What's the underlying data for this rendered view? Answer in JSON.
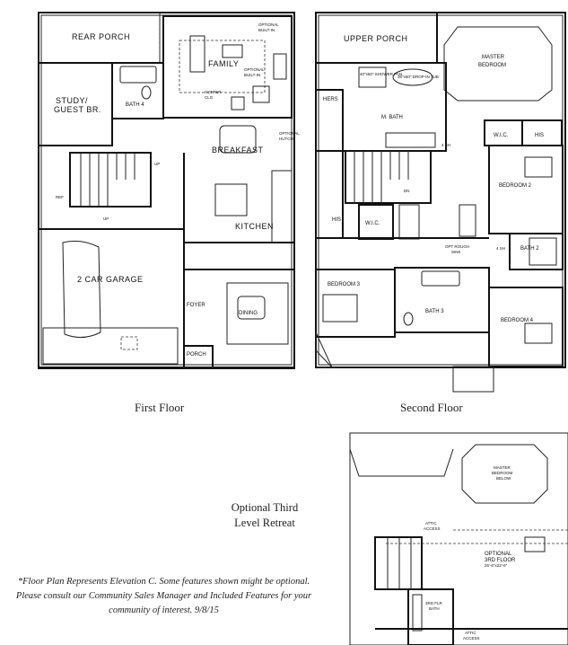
{
  "first_floor": {
    "caption": "First Floor",
    "rooms": {
      "rear_porch": "REAR PORCH",
      "family": "FAMILY",
      "study": "STUDY/",
      "study2": "GUEST BR.",
      "bath4": "BATH 4",
      "breakfast": "BREAKFAST",
      "kitchen": "KITCHEN",
      "garage": "2 CAR GARAGE",
      "foyer": "FOYER",
      "dining": "DINING",
      "porch": "PORCH"
    },
    "notes": {
      "built_in_1": "OPTIONAL",
      "built_in_1b": "BUILT-IN",
      "built_in_2": "OPTIONAL",
      "built_in_2b": "BUILT-IN",
      "coffer": "COFFER",
      "coffer2": "CLG.",
      "opt_hutch": "OPTIONAL",
      "opt_hutch2": "HUTCH",
      "up1": "UP",
      "up2": "UP",
      "ref": "REF"
    }
  },
  "second_floor": {
    "caption": "Second Floor",
    "rooms": {
      "upper_porch": "UPPER PORCH",
      "master": "MASTER",
      "master2": "BEDROOM",
      "m_bath": "M. BATH",
      "hers": "HERS",
      "his": "HIS",
      "his2": "HIS",
      "wic1": "W.I.C.",
      "wic2": "W.I.C.",
      "bedroom2": "BEDROOM 2",
      "bath2": "BATH 2",
      "bedroom3": "BEDROOM 3",
      "bath3": "BATH 3",
      "bedroom4": "BEDROOM 4"
    },
    "notes": {
      "shower": "40\"x60\" SHOWER PAN",
      "tub": "36\"x60\" DROP-IN TUB",
      "dn": "DN",
      "rough": "OPT ROUGH",
      "rough2": "SINK",
      "sh1": "4 SH",
      "sh2": "4 SH"
    }
  },
  "third_floor": {
    "title_line1": "Optional Third",
    "title_line2": "Level Retreat",
    "master_below": "MASTER",
    "master_below2": "BEDROOM",
    "master_below3": "BELOW",
    "optional": "OPTIONAL",
    "floor": "3RD FLOOR",
    "dims": "26'-6\"x22'-6\"",
    "attic1": "ATTIC",
    "attic1b": "ACCESS",
    "attic2": "ATTIC",
    "attic2b": "ACCESS",
    "bath": "3RD FLR",
    "bath2": "BATH"
  },
  "disclaimer": {
    "line1": "*Floor Plan Represents Elevation C. Some features shown might be optional.",
    "line2": "Please consult our Community Sales Manager and Included Features for your",
    "line3": "community of interest. 9/8/15"
  }
}
